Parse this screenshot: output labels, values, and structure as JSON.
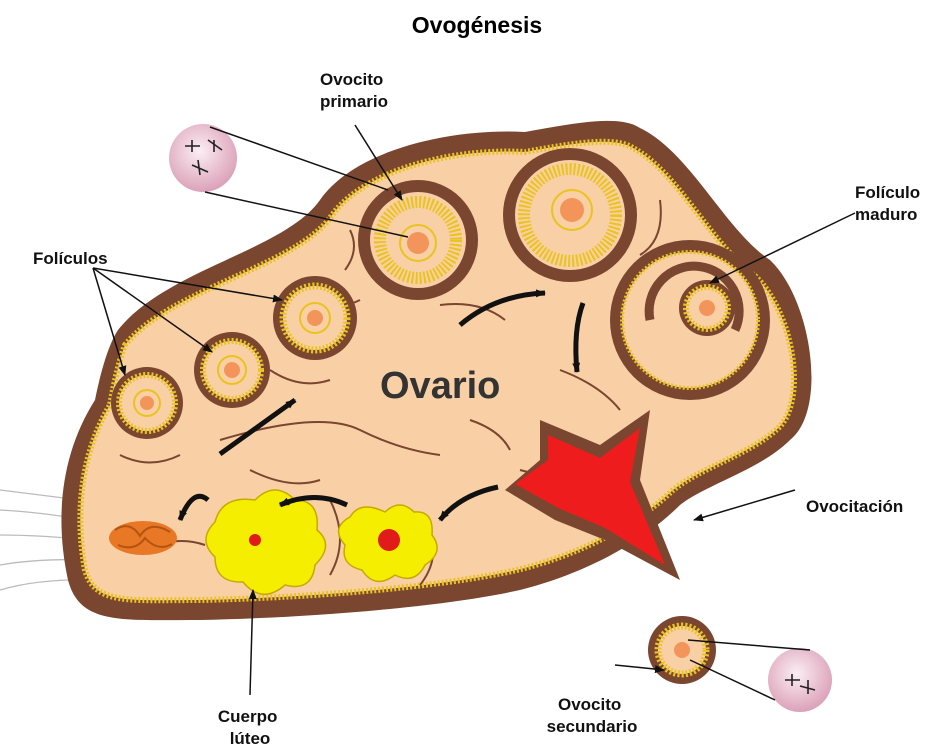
{
  "title": "Ovogénesis",
  "labels": {
    "ovocito_primario_l1": "Ovocito",
    "ovocito_primario_l2": "primario",
    "foliculo_maduro_l1": "Folículo",
    "foliculo_maduro_l2": "maduro",
    "foliculos": "Folículos",
    "ovario": "Ovario",
    "ovocitacion": "Ovocitación",
    "cuerpo_luteo_l1": "Cuerpo",
    "cuerpo_luteo_l2": "lúteo",
    "ovocito_secundario_l1": "Ovocito",
    "ovocito_secundario_l2": "secundario"
  },
  "colors": {
    "ovary_fill": "#f9cfa6",
    "capsule": "#7a4630",
    "granulosa": "#e9c41f",
    "oocyte": "#f3955a",
    "corpus": "#f6ee00",
    "rupture": "#ee1c1c",
    "chromosome_cell": "#efc7d5"
  }
}
